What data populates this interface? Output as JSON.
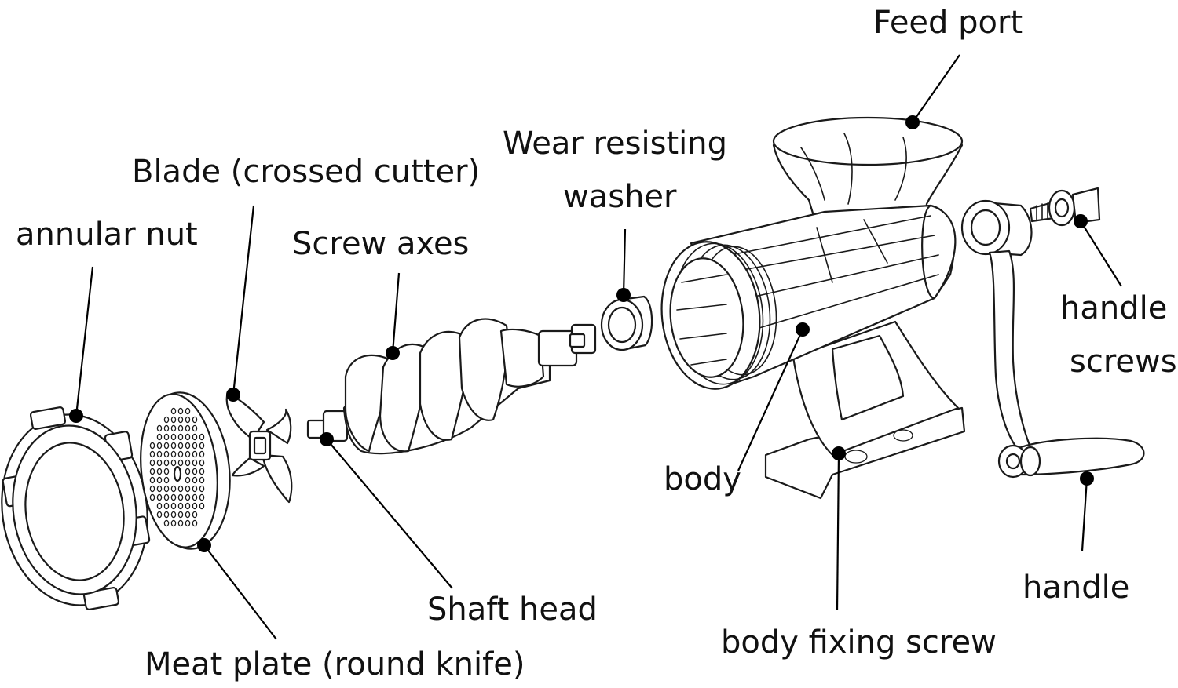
{
  "labels": {
    "feed_port": "Feed port",
    "wear_washer_line1": "Wear resisting",
    "wear_washer_line2": "washer",
    "blade": "Blade (crossed cutter)",
    "annular_nut": "annular nut",
    "screw_axes": "Screw axes",
    "handle_screws_line1": "handle",
    "handle_screws_line2": "screws",
    "body": "body",
    "shaft_head": "Shaft head",
    "handle": "handle",
    "body_fixing_screw": "body fixing screw",
    "meat_plate": "Meat plate (round knife)"
  }
}
